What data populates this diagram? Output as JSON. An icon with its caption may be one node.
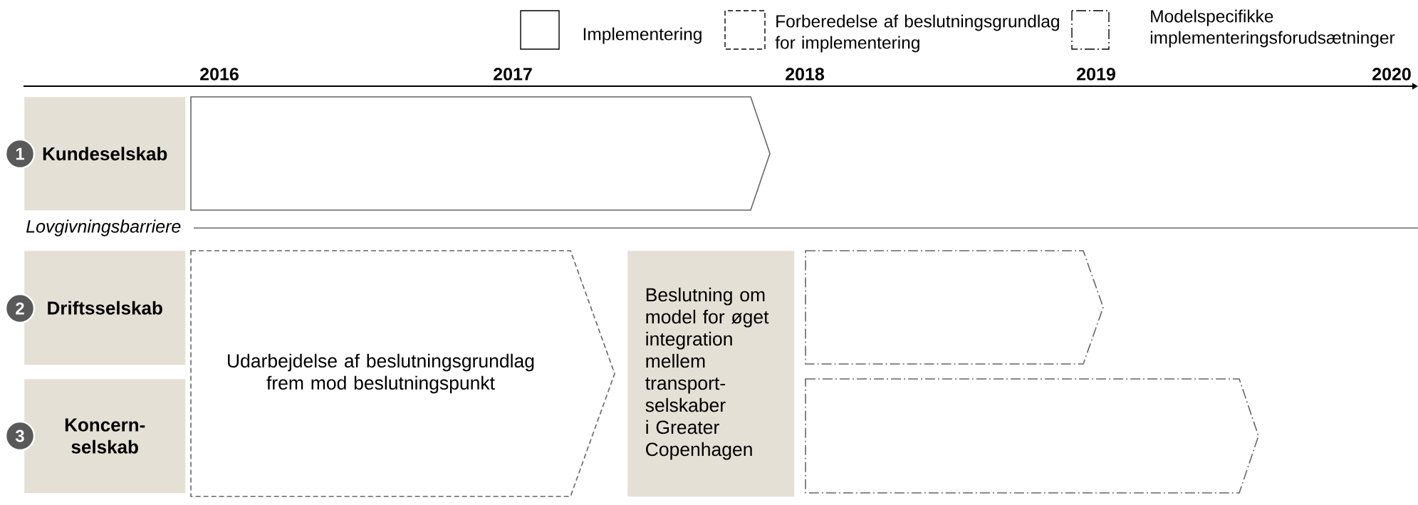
{
  "diagram": {
    "nodes": [
      {
        "text": [
          "1"
        ]
      },
      {
        "text": [
          "Kundeselskab"
        ]
      },
      {
        "text": [],
        "shape": "chevron"
      },
      {
        "text": [
          "2"
        ]
      },
      {
        "text": [
          "Driftsselskab"
        ]
      },
      {
        "text": [
          "3"
        ]
      },
      {
        "text": [
          "Koncern- selskab"
        ]
      },
      {
        "text": [
          "Udarbejdelse af beslutningsgrundlag frem mod beslutningspunkt"
        ]
      },
      {
        "text": [
          "Beslutning om model for øget integration mellem transport- selskaber i Greater Copenhagen"
        ]
      },
      {
        "text": [],
        "shape": "chevron"
      },
      {
        "text": [],
        "shape": "chevron"
      }
    ],
    "labels": [
      "2016",
      "2017",
      "2018",
      "2019",
      "2020",
      "Lovgivningsbarriere"
    ],
    "legend": [
      {
        "text": "Implementering"
      },
      {
        "text": "Forberedelse af beslutningsgrundlag for implementering"
      },
      {
        "text": "Modelspecifikke implementeringsforudsætninger"
      }
    ]
  }
}
